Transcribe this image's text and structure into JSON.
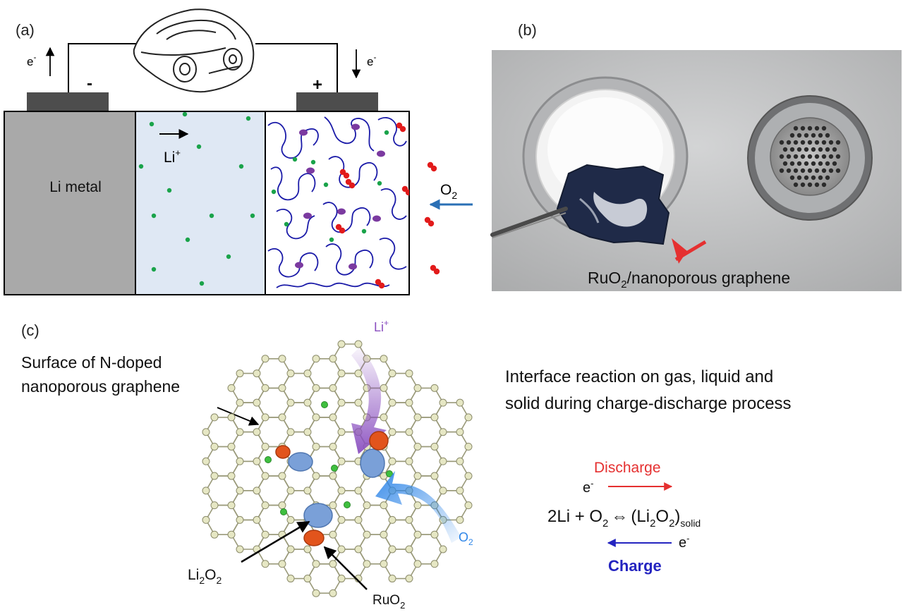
{
  "panel_a": {
    "label": "(a)",
    "anode_electron": "e",
    "electron_sup": "-",
    "cathode_electron": "e",
    "minus_sign": "-",
    "plus_sign": "+",
    "li_metal": "Li metal",
    "li_ion": "Li",
    "li_ion_sup": "+",
    "oxygen": "O",
    "oxygen_sub": "2",
    "colors": {
      "electrode": "#4d4d4d",
      "li_metal_fill": "#a9a9a9",
      "electrolyte_fill": "#dfe8f4",
      "li_dot": "#1aa34a",
      "pore_line": "#1a1aa8",
      "catalyst": "#7b3aa0",
      "oxygen_dot": "#e21b1b",
      "o2_arrow": "#2a6fb5"
    }
  },
  "panel_b": {
    "label": "(b)",
    "caption_prefix": "RuO",
    "caption_sub": "2",
    "caption_suffix": "/nanoporous graphene",
    "photo_background": "#bfc0c1"
  },
  "panel_c": {
    "label": "(c)",
    "surface_line1": "Surface of N-doped",
    "surface_line2": "nanoporous graphene",
    "li_ion": "Li",
    "li_ion_sup": "+",
    "oxygen": "O",
    "oxygen_sub": "2",
    "li2o2_a": "Li",
    "li2o2_b": "2",
    "li2o2_c": "O",
    "li2o2_d": "2",
    "ruo2": "RuO",
    "ruo2_sub": "2",
    "colors": {
      "atom": "#e6e7c4",
      "n_atom": "#3fbf3f",
      "li2o2_blob": "#7aa0d8",
      "ruo2_blob": "#e2541c",
      "li_arrow": "#8a4fc0",
      "o2_arrow": "#2f86e8"
    }
  },
  "reaction": {
    "line1": "Interface reaction on gas, liquid and",
    "line2": "solid during charge-discharge process",
    "discharge": "Discharge",
    "charge": "Charge",
    "electron": "e",
    "electron_sup": "-",
    "eq_left": "2Li + O",
    "eq_sub": "2",
    "eq_arrow": "⇔",
    "eq_paren": "(Li",
    "eq_sub2": "2",
    "eq_o": "O",
    "eq_sub3": "2",
    "eq_close": ")",
    "eq_state": "solid",
    "colors": {
      "discharge": "#e53030",
      "charge": "#2424c0"
    }
  }
}
